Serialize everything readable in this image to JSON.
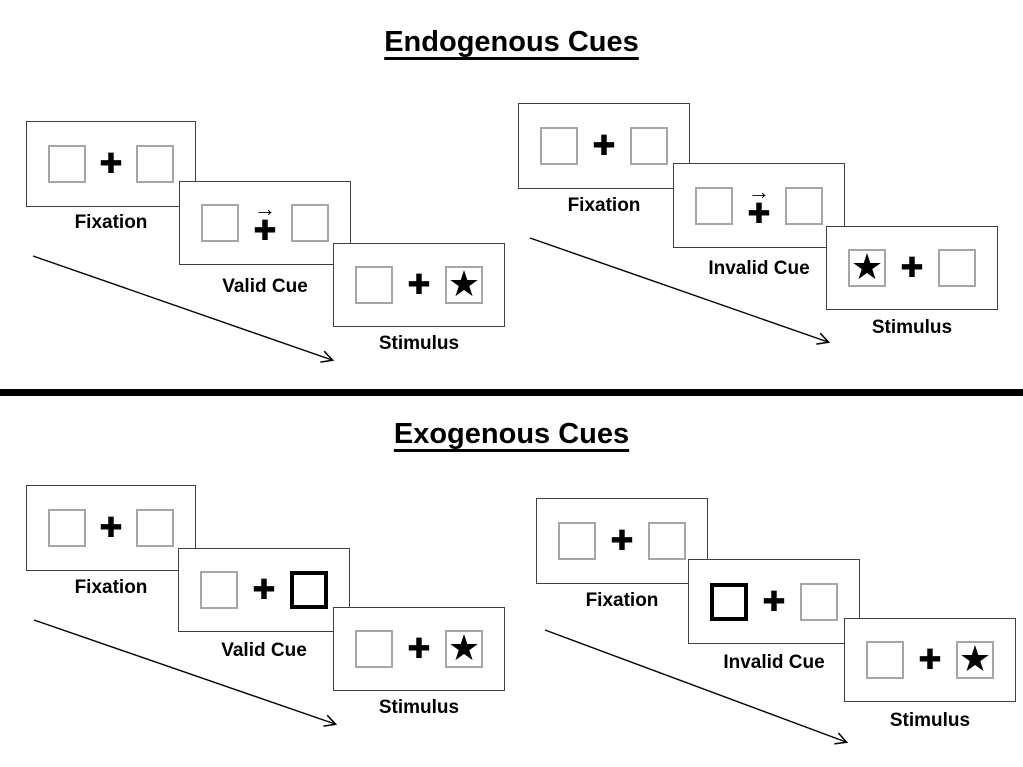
{
  "glyphs": {
    "plus": "✚",
    "star": "★",
    "cue_arrow": "→"
  },
  "colors": {
    "background": "#ffffff",
    "text": "#000000",
    "panel_border": "#404040",
    "placeholder_box_border": "#a6a6a6",
    "highlight_cue_border": "#000000",
    "divider": "#000000",
    "sequence_arrow": "#000000"
  },
  "sections": [
    {
      "title": "Endogenous Cues",
      "groups": [
        {
          "name": "valid-trial",
          "cue_type": "central arrow pointing right",
          "target_location": "right",
          "panels": [
            {
              "label": "Fixation",
              "left": "empty",
              "center": "plus",
              "right": "empty"
            },
            {
              "label": "Valid Cue",
              "left": "empty",
              "center": "plus-with-right-arrow",
              "right": "empty"
            },
            {
              "label": "Stimulus",
              "left": "empty",
              "center": "plus",
              "right": "star"
            }
          ]
        },
        {
          "name": "invalid-trial",
          "cue_type": "central arrow pointing right",
          "target_location": "left",
          "panels": [
            {
              "label": "Fixation",
              "left": "empty",
              "center": "plus",
              "right": "empty"
            },
            {
              "label": "Invalid Cue",
              "left": "empty",
              "center": "plus-with-right-arrow",
              "right": "empty"
            },
            {
              "label": "Stimulus",
              "left": "star",
              "center": "plus",
              "right": "empty"
            }
          ]
        }
      ]
    },
    {
      "title": "Exogenous Cues",
      "groups": [
        {
          "name": "valid-trial",
          "cue_type": "peripheral highlighted box",
          "target_location": "right",
          "panels": [
            {
              "label": "Fixation",
              "left": "empty",
              "center": "plus",
              "right": "empty"
            },
            {
              "label": "Valid Cue",
              "left": "empty",
              "center": "plus",
              "right": "highlighted-box"
            },
            {
              "label": "Stimulus",
              "left": "empty",
              "center": "plus",
              "right": "star"
            }
          ]
        },
        {
          "name": "invalid-trial",
          "cue_type": "peripheral highlighted box",
          "target_location": "right",
          "panels": [
            {
              "label": "Fixation",
              "left": "empty",
              "center": "plus",
              "right": "empty"
            },
            {
              "label": "Invalid Cue",
              "left": "highlighted-box",
              "center": "plus",
              "right": "empty"
            },
            {
              "label": "Stimulus",
              "left": "empty",
              "center": "plus",
              "right": "star"
            }
          ]
        }
      ]
    }
  ]
}
